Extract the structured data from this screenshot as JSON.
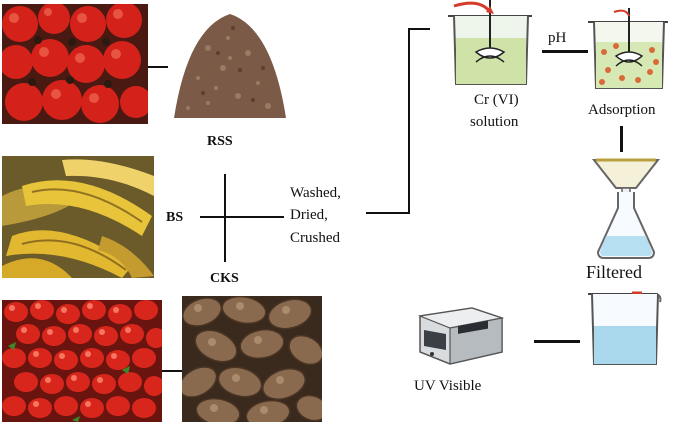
{
  "labels": {
    "rss": "RSS",
    "bs": "BS",
    "cks": "CKS",
    "process": [
      "Washed,",
      "Dried,",
      "Crushed"
    ],
    "cr_solution": [
      "Cr (VI)",
      "solution"
    ],
    "ph": "pH",
    "adsorption": "Adsorption",
    "filtered": "Filtered",
    "uv_visible": "UV Visible"
  },
  "icons": {
    "tomato_photo": "rosehip-fruits-image",
    "rss_powder": "rss-powder-image",
    "banana_photo": "banana-peel-image",
    "cornel_photo": "cornel-fruits-image",
    "cks_photo": "cornel-kernel-seeds-image",
    "beaker_stirrer": "beaker-with-stirrer-icon",
    "adsorption_beaker": "adsorption-beaker-icon",
    "flask": "filter-flask-icon",
    "filtered_beaker": "filtered-beaker-icon",
    "spectrophotometer": "uv-vis-spectrophotometer-icon"
  },
  "colors": {
    "tomato": "#d4221a",
    "powder": "#7b5a48",
    "banana": "#e8c43a",
    "cornel": "#d9261c",
    "seed": "#8a6a4e",
    "liquid_green": "#cfe3a8",
    "liquid_blue": "#a9d7ec",
    "line": "#111111"
  }
}
